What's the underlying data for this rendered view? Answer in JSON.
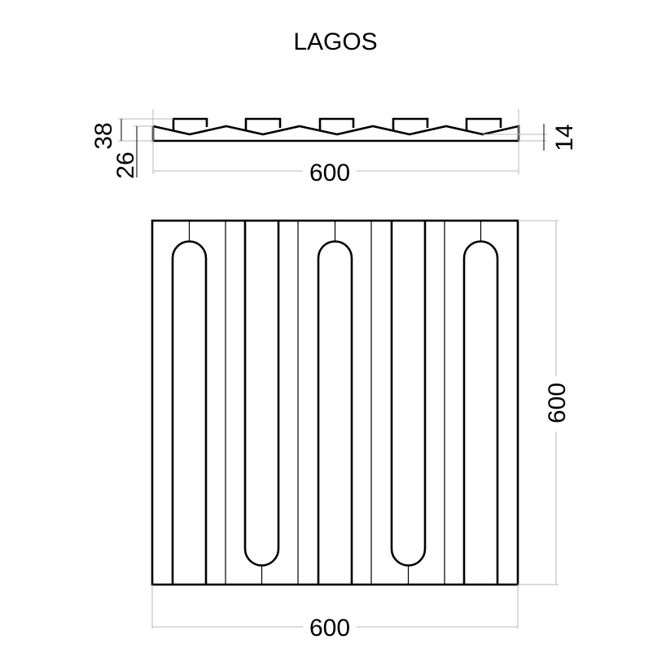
{
  "title": "LAGOS",
  "profile_view": {
    "width_label": "600",
    "total_height_label": "38",
    "base_height_label": "26",
    "groove_depth_label": "14"
  },
  "plan_view": {
    "width_label": "600",
    "height_label": "600"
  }
}
